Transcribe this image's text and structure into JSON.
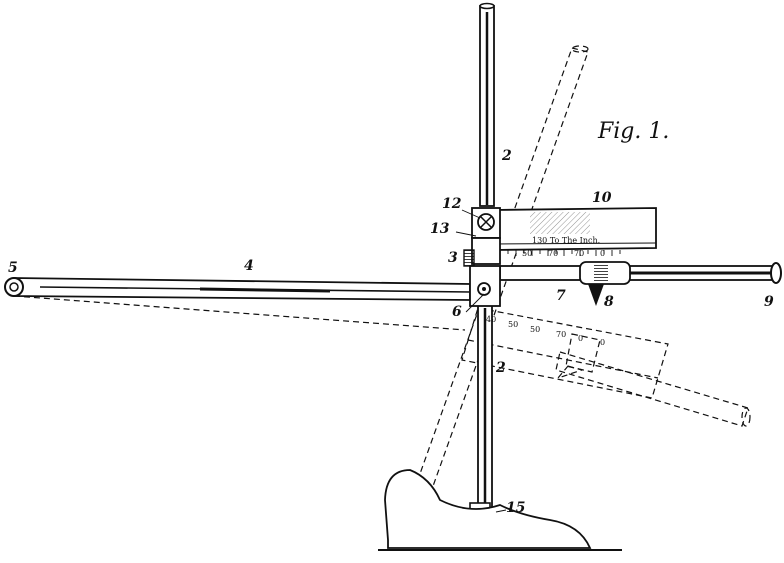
{
  "figure": {
    "title": "Fig. 1."
  },
  "labels": {
    "ref_2_top": "2",
    "ref_2_bottom": "2",
    "ref_3": "3",
    "ref_4": "4",
    "ref_5": "5",
    "ref_6": "6",
    "ref_7": "7",
    "ref_8": "8",
    "ref_9": "9",
    "ref_10": "10",
    "ref_12": "12",
    "ref_13": "13",
    "ref_15": "15"
  },
  "scale": {
    "caption": "130 To The Inch.",
    "ticks_main": [
      "50",
      "70",
      "70",
      "0"
    ],
    "ticks_dashed": [
      "40",
      "50",
      "50",
      "70",
      "0",
      "0"
    ]
  },
  "colors": {
    "ink": "#111111",
    "paper": "#ffffff"
  }
}
